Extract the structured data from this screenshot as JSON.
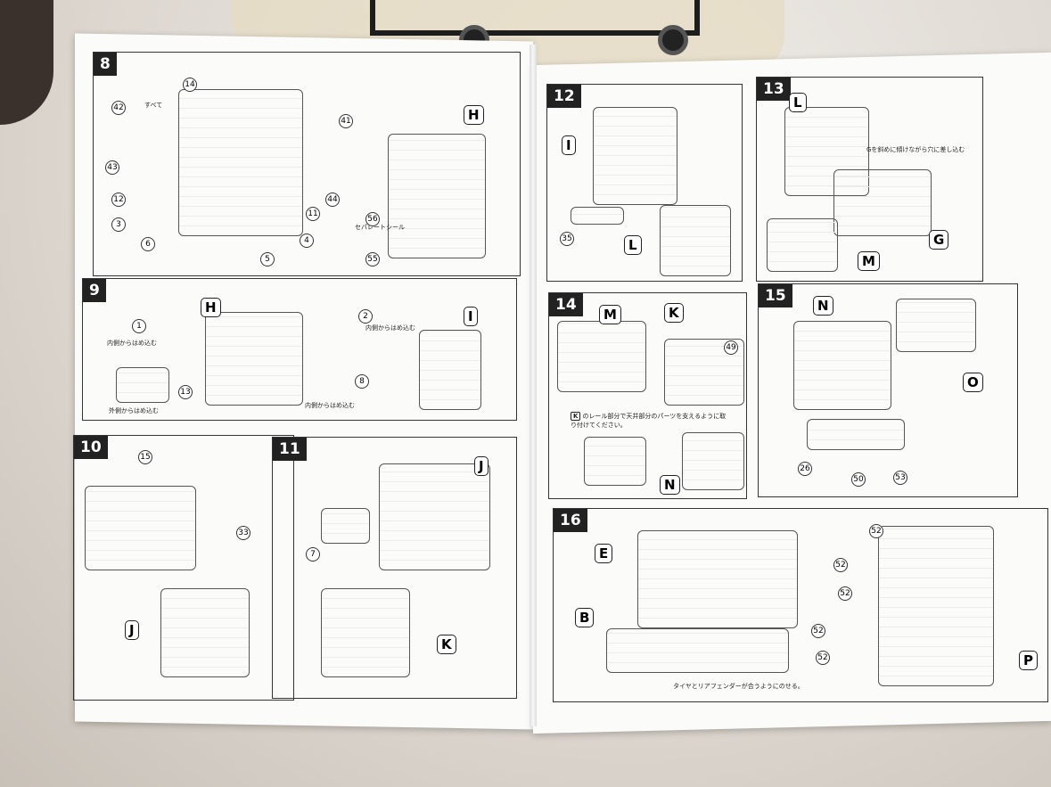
{
  "steps": [
    {
      "number": "8",
      "labels": [
        "H"
      ],
      "numbers": [
        "14",
        "42",
        "41",
        "43",
        "12",
        "44",
        "3",
        "11",
        "6",
        "56",
        "4",
        "5",
        "55"
      ],
      "notes": [
        "すべて",
        "セパレートシール"
      ]
    },
    {
      "number": "9",
      "labels": [
        "H",
        "I"
      ],
      "numbers": [
        "1",
        "2",
        "13",
        "8"
      ],
      "notes": [
        "内側からはめ込む",
        "内側からはめ込む",
        "外側からはめ込む",
        "内側からはめ込む"
      ]
    },
    {
      "number": "10",
      "labels": [
        "J"
      ],
      "numbers": [
        "15",
        "33"
      ],
      "notes": []
    },
    {
      "number": "11",
      "labels": [
        "J",
        "K"
      ],
      "numbers": [
        "7"
      ],
      "notes": []
    },
    {
      "number": "12",
      "labels": [
        "I",
        "L"
      ],
      "numbers": [
        "35"
      ],
      "notes": []
    },
    {
      "number": "13",
      "labels": [
        "L",
        "G",
        "M"
      ],
      "numbers": [],
      "notes": [
        "Gを斜めに傾けながら穴に差し込む"
      ]
    },
    {
      "number": "14",
      "labels": [
        "M",
        "K",
        "N"
      ],
      "numbers": [
        "49"
      ],
      "notes": [
        "のレール部分で天井部分のパーツを支えるように取り付けてください。"
      ],
      "note_label": "K"
    },
    {
      "number": "15",
      "labels": [
        "N",
        "O"
      ],
      "numbers": [
        "26",
        "50",
        "53"
      ],
      "notes": []
    },
    {
      "number": "16",
      "labels": [
        "E",
        "B",
        "P"
      ],
      "numbers": [
        "52",
        "52",
        "52",
        "52",
        "52"
      ],
      "notes": [
        "タイヤとリアフェンダーが合うようにのせる。"
      ]
    }
  ]
}
